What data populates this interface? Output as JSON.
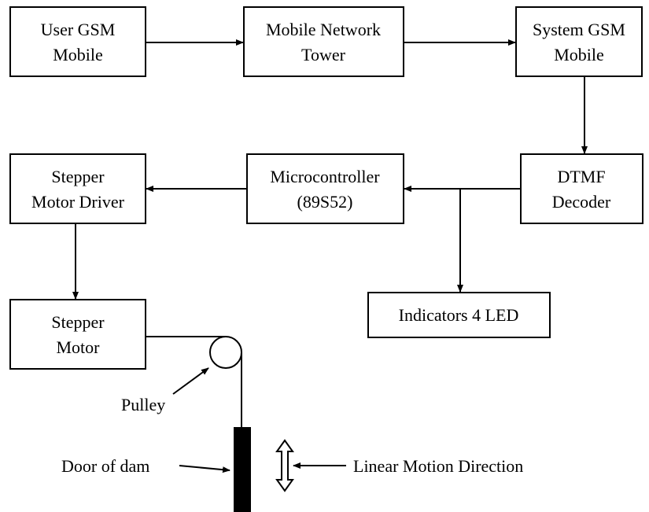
{
  "blocks": {
    "user_gsm": [
      "User GSM",
      "Mobile"
    ],
    "network_tower": [
      "Mobile Network",
      "Tower"
    ],
    "system_gsm": [
      "System GSM",
      "Mobile"
    ],
    "dtmf": [
      "DTMF",
      "Decoder"
    ],
    "microcontroller": [
      "Microcontroller",
      "(89S52)"
    ],
    "stepper_driver": [
      "Stepper",
      "Motor Driver"
    ],
    "stepper_motor": [
      "Stepper",
      "Motor"
    ],
    "indicators": "Indicators 4 LED"
  },
  "labels": {
    "pulley": "Pulley",
    "door": "Door of dam",
    "motion": "Linear Motion Direction"
  }
}
